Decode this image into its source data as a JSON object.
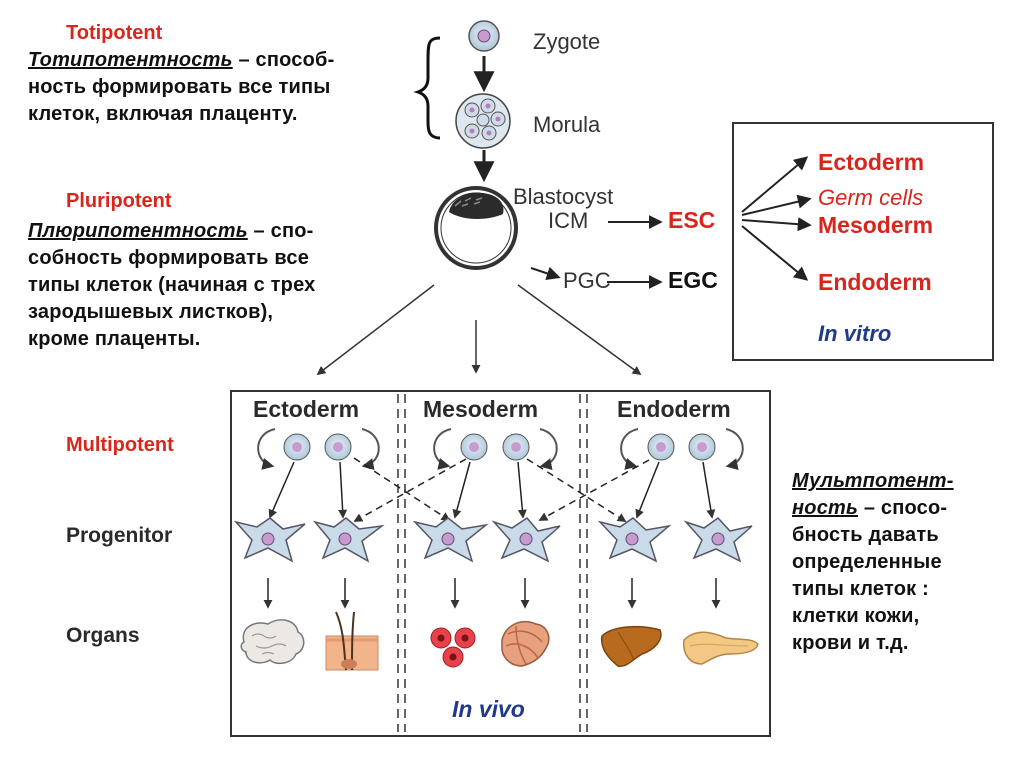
{
  "levels": {
    "totipotent": "Totipotent",
    "pluripotent": "Pluripotent",
    "multipotent": "Multipotent",
    "progenitor": "Progenitor",
    "organs": "Organs"
  },
  "definitions": {
    "totipotency": {
      "term": "Тотипотентность",
      "rest": [
        " – способ-",
        "ность формировать все типы",
        "клеток, включая плаценту."
      ]
    },
    "pluripotency": {
      "term": "Плюрипотентность",
      "rest": [
        " – спо-",
        "собность формировать все",
        "типы клеток (начиная с трех",
        "зародышевых листков),",
        "кроме плаценты."
      ]
    },
    "multipotency": {
      "term_lines": [
        "Мультпотент-",
        "ность"
      ],
      "rest": [
        " – спосо-",
        "бность давать",
        "определенные",
        "типы клеток :",
        "клетки кожи,",
        "крови и т.д."
      ]
    }
  },
  "stages": {
    "zygote": "Zygote",
    "morula": "Morula",
    "blastocyst": "Blastocyst",
    "icm": "ICM",
    "pgc": "PGC",
    "esc": "ESC",
    "egc": "EGC"
  },
  "in_vitro": {
    "ectoderm": "Ectoderm",
    "germ_cells": "Germ cells",
    "mesoderm": "Mesoderm",
    "endoderm": "Endoderm",
    "caption": "In vitro"
  },
  "in_vivo": {
    "ectoderm": "Ectoderm",
    "mesoderm": "Mesoderm",
    "endoderm": "Endoderm",
    "caption": "In vivo"
  },
  "colors": {
    "label_red": "#d9251c",
    "caption_blue": "#1f3a8a",
    "cell_fill": "#c9dbe8",
    "nucleus_fill": "#c79bd0"
  },
  "icons": [
    "brain-icon",
    "skin-hair-icon",
    "blood-cells-icon",
    "muscle-icon",
    "liver-icon",
    "pancreas-icon"
  ]
}
